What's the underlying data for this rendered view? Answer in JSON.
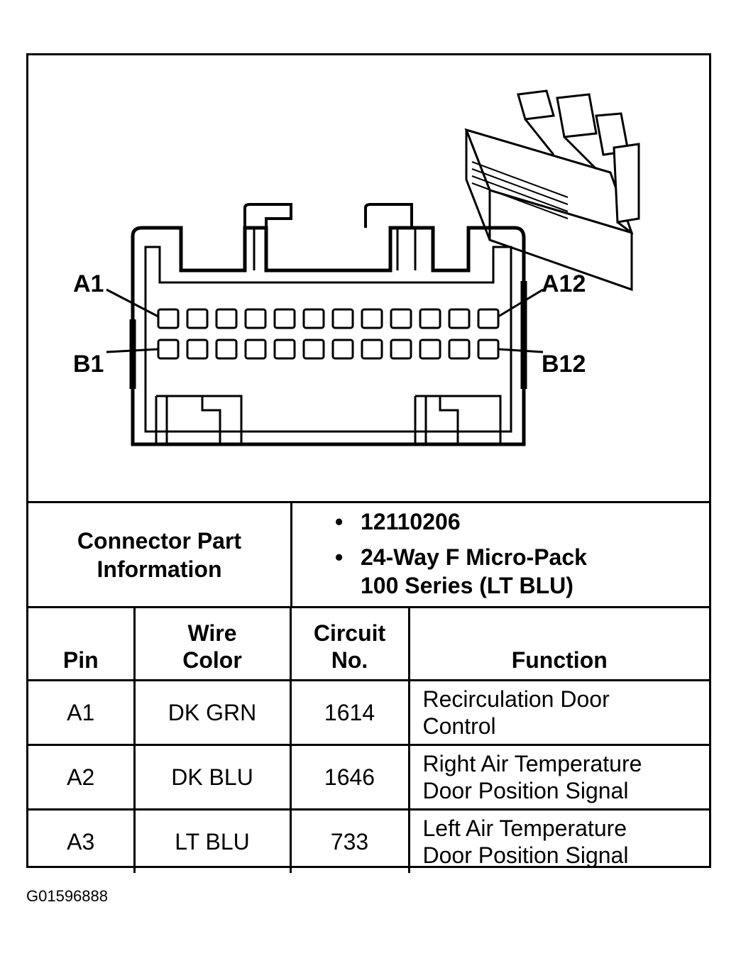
{
  "diagram": {
    "pin_labels": {
      "a1": "A1",
      "a12": "A12",
      "b1": "B1",
      "b12": "B12"
    },
    "rows": [
      "A",
      "B"
    ],
    "pins_per_row": 12
  },
  "connector_info": {
    "label_line1": "Connector Part",
    "label_line2": "Information",
    "items": [
      "12110206",
      "24-Way F Micro-Pack",
      "100 Series (LT BLU)"
    ]
  },
  "table": {
    "headers": {
      "pin": "Pin",
      "wire_color_line1": "Wire",
      "wire_color_line2": "Color",
      "circuit_line1": "Circuit",
      "circuit_line2": "No.",
      "function": "Function"
    },
    "rows": [
      {
        "pin": "A1",
        "color": "DK GRN",
        "circuit": "1614",
        "function_line1": "Recirculation Door",
        "function_line2": "Control"
      },
      {
        "pin": "A2",
        "color": "DK BLU",
        "circuit": "1646",
        "function_line1": "Right Air Temperature",
        "function_line2": "Door Position Signal"
      },
      {
        "pin": "A3",
        "color": "LT BLU",
        "circuit": "733",
        "function_line1": "Left Air Temperature",
        "function_line2": "Door Position Signal"
      }
    ]
  },
  "figure_id": "G01596888"
}
